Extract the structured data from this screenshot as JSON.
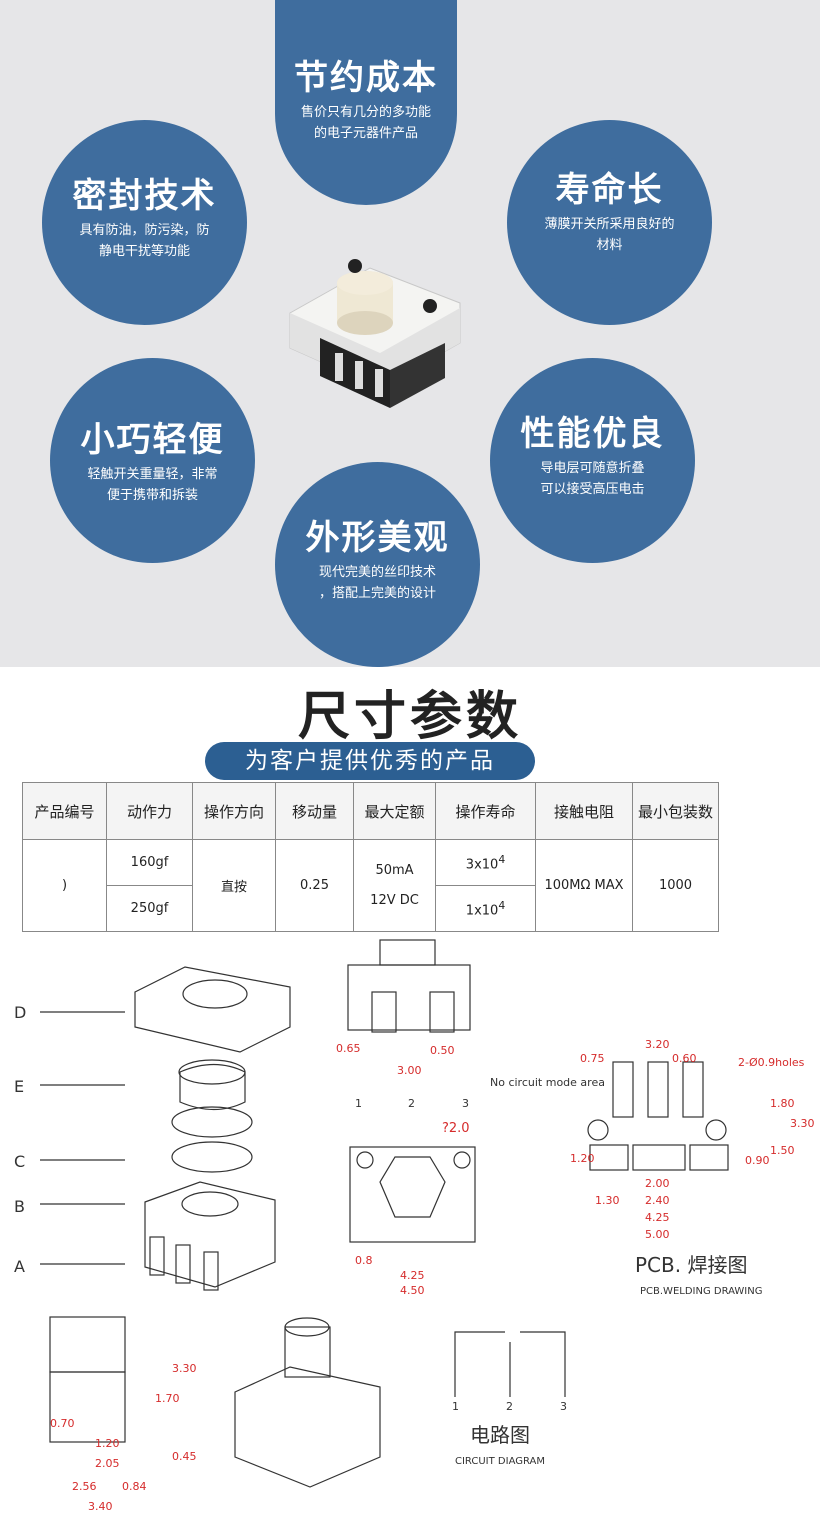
{
  "features": [
    {
      "title": "节约成本",
      "desc": [
        "售价只有几分的多功能",
        "的电子元器件产品"
      ]
    },
    {
      "title": "密封技术",
      "desc": [
        "具有防油，防污染，防",
        "静电干扰等功能"
      ]
    },
    {
      "title": "寿命长",
      "desc": [
        "薄膜开关所采用良好的",
        "材料"
      ]
    },
    {
      "title": "小巧轻便",
      "desc": [
        "轻触开关重量轻，非常",
        "便于携带和拆装"
      ]
    },
    {
      "title": "性能优良",
      "desc": [
        "导电层可随意折叠",
        "可以接受高压电击"
      ]
    },
    {
      "title": "外形美观",
      "desc": [
        "现代完美的丝印技术",
        "，搭配上完美的设计"
      ]
    }
  ],
  "section": {
    "title": "尺寸参数",
    "subtitle": "为客户提供优秀的产品"
  },
  "table": {
    "headers": [
      "产品编号",
      "动作力",
      "操作方向",
      "移动量",
      "最大定额",
      "操作寿命",
      "接触电阻",
      "最小包装数"
    ],
    "model": ")",
    "forces": [
      "160gf",
      "250gf"
    ],
    "direction": "直按",
    "travel": "0.25",
    "rating": [
      "50mA",
      "12V DC"
    ],
    "life_base": [
      "3x10",
      "1x10"
    ],
    "life_exp": "4",
    "resistance": "100MΩ MAX",
    "min_pack": "1000"
  },
  "drawing": {
    "part_letters": [
      "D",
      "E",
      "C",
      "B",
      "A"
    ],
    "front_dims": {
      "left": "0.65",
      "right": "0.50",
      "width": "3.00"
    },
    "pins": [
      "1",
      "2",
      "3"
    ],
    "top_dims": {
      "hole": "?2.0",
      "base": "0.8",
      "inner": "4.25",
      "outer": "4.50"
    },
    "pcb": {
      "note": "No circuit mode area",
      "holes": "2-Ø0.9holes",
      "dims": {
        "top": "3.20",
        "left_w": "0.75",
        "right_w": "0.60",
        "h1": "1.80",
        "h_total": "3.30",
        "pad_h": "1.20",
        "h2": "1.50",
        "pad_r": "0.90",
        "mid": "2.00",
        "gap": "1.30",
        "span": "2.40",
        "w1": "4.25",
        "w2": "5.00"
      },
      "title": "PCB. 焊接图",
      "subtitle": "PCB.WELDING DRAWING"
    },
    "side_dims": {
      "h_total": "3.30",
      "h_inner": "1.70",
      "d1": "0.70",
      "d2": "1.20",
      "d3": "2.05",
      "d4": "0.45",
      "w1": "2.56",
      "w2": "0.84",
      "w3": "3.40"
    },
    "circuit": {
      "title": "电路图",
      "subtitle": "CIRCUIT DIAGRAM"
    }
  },
  "colors": {
    "circle": "#3f6d9e",
    "pill": "#2c5f92",
    "dim": "#d52b2b",
    "top_bg": "#e6e6e8"
  }
}
